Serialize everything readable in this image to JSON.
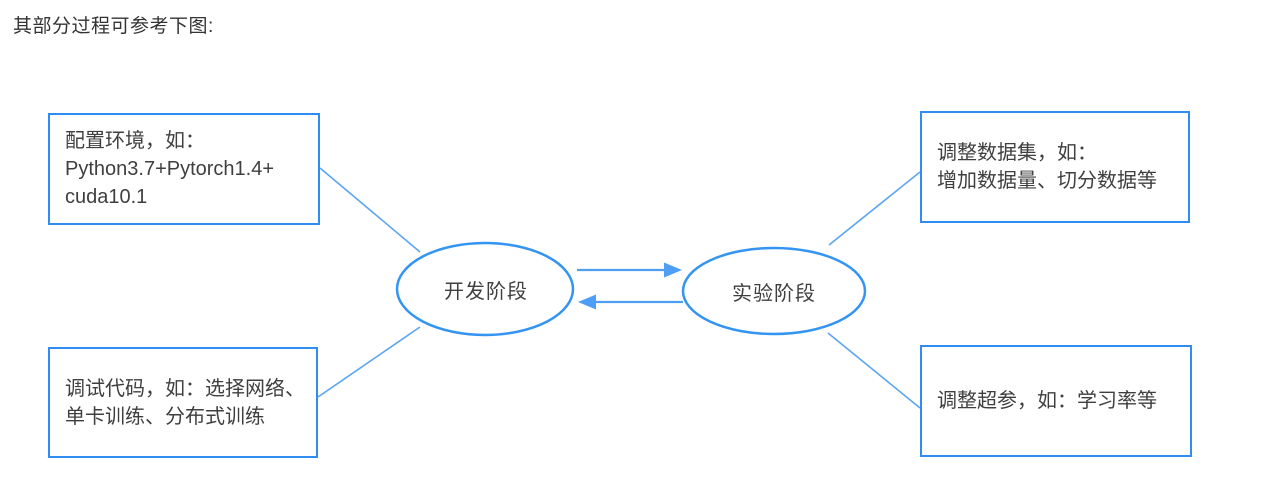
{
  "title": "其部分过程可参考下图:",
  "diagram": {
    "boxes": [
      {
        "id": "configure-environment",
        "lines": [
          "配置环境，如：",
          "Python3.7+Pytorch1.4+",
          "cuda10.1"
        ]
      },
      {
        "id": "debug-code",
        "lines": [
          "调试代码，如：选择网络、",
          "单卡训练、分布式训练"
        ]
      },
      {
        "id": "adjust-dataset",
        "lines": [
          "调整数据集，如：",
          "增加数据量、切分数据等"
        ]
      },
      {
        "id": "adjust-hyperparameters",
        "lines": [
          "调整超参，如：学习率等"
        ]
      }
    ],
    "nodes": [
      {
        "id": "development-stage",
        "label": "开发阶段"
      },
      {
        "id": "experiment-stage",
        "label": "实验阶段"
      }
    ],
    "colors": {
      "box_border": "#2f8df2",
      "ellipse_stroke": "#3494f2",
      "connector_line": "#5ba5f2",
      "arrow": "#4e9ef5",
      "text": "#3f3f3f",
      "title_text": "#333333"
    }
  }
}
